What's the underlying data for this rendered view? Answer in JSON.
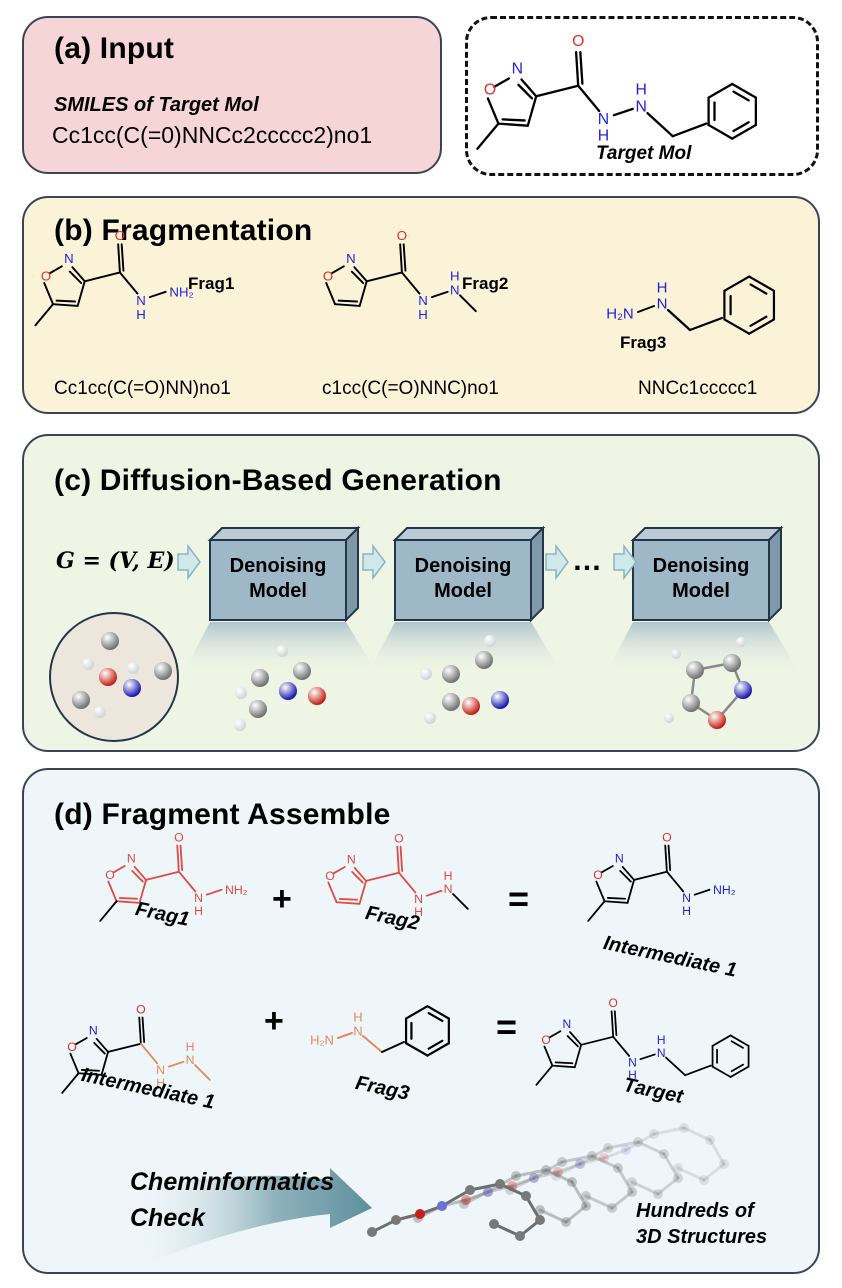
{
  "colors": {
    "panel_a_bg": "#f6d5d6",
    "panel_b_bg": "#fbf3d8",
    "panel_c_bg": "#eef5e4",
    "panel_d_bg": "#eef6f9",
    "border": "#3a4456",
    "oxygen": "#e0302b",
    "nitrogen": "#1f1fd8",
    "frag_highlight_red": "#e04a44",
    "frag_highlight_orange": "#e8875a",
    "denoise_box": "#9fb8c8"
  },
  "panel_a": {
    "title": "(a) Input",
    "subtitle": "SMILES of Target Mol",
    "smiles": "Cc1cc(C(=0)NNCc2ccccc2)no1"
  },
  "target_box": {
    "label": "Target Mol",
    "atoms": {
      "O_carbonyl": "O",
      "N_ring": "N",
      "O_ring": "O",
      "NH1_H": "H",
      "NH1_N": "N",
      "NH2_N": "N",
      "NH2_H": "H"
    }
  },
  "panel_b": {
    "title": "(b) Fragmentation",
    "fragments": [
      {
        "name": "Frag1",
        "smiles": "Cc1cc(C(=O)NN)no1",
        "terminal": "NH2"
      },
      {
        "name": "Frag2",
        "smiles": "c1cc(C(=O)NNC)no1"
      },
      {
        "name": "Frag3",
        "smiles": "NNCc1ccccc1",
        "terminal": "H2N"
      }
    ]
  },
  "panel_c": {
    "title": "(c) Diffusion-Based Generation",
    "graph_formula": "G = (V, E)",
    "model_label_line1": "Denoising",
    "model_label_line2": "Model",
    "ellipsis": "…",
    "steps": 3
  },
  "panel_d": {
    "title": "(d) Fragment Assemble",
    "row1": {
      "left": "Frag1",
      "op1": "+",
      "right": "Frag2",
      "op2": "=",
      "result": "Intermediate 1"
    },
    "row2": {
      "left": "Intermediate 1",
      "op1": "+",
      "right": "Frag3",
      "op2": "=",
      "result": "Target"
    },
    "check_line1": "Cheminformatics",
    "check_line2": "Check",
    "output_line1": "Hundreds of",
    "output_line2": "3D Structures"
  },
  "atom_labels": {
    "O": "O",
    "N": "N",
    "H": "H",
    "NH2": "NH₂",
    "H2N": "H₂N"
  }
}
